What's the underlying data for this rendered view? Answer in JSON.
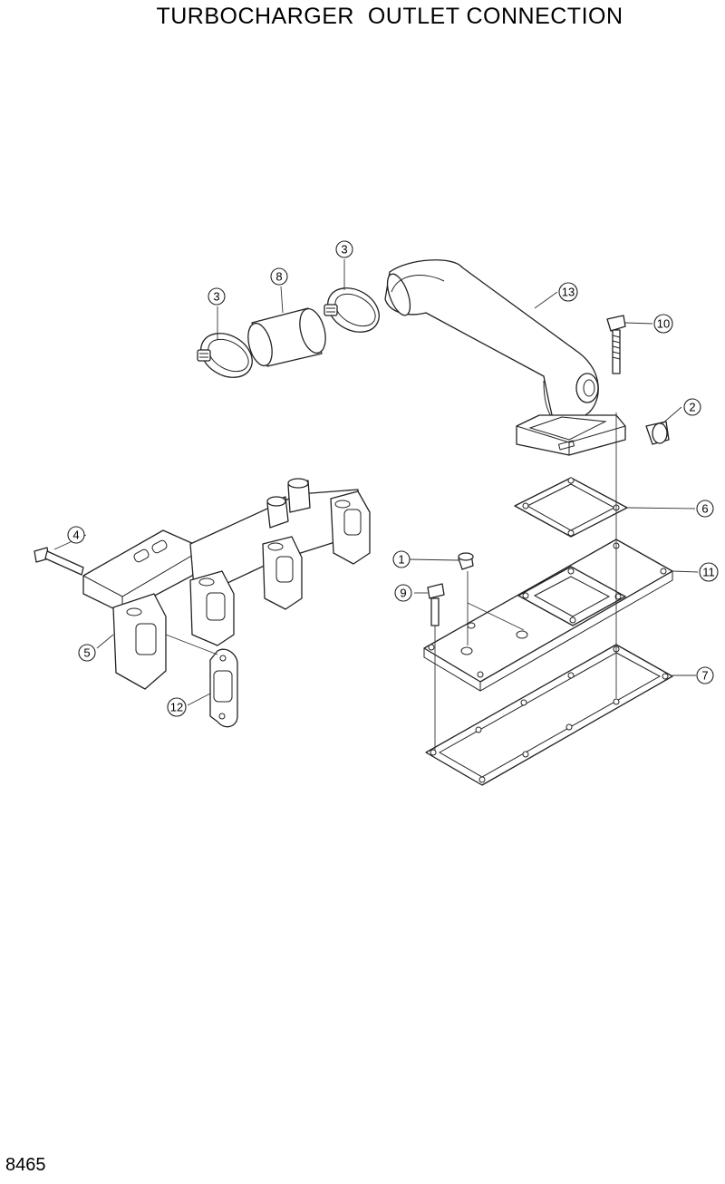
{
  "title": "TURBOCHARGER  OUTLET CONNECTION",
  "page_number": "8465",
  "callouts": {
    "c1": "1",
    "c2": "2",
    "c3a": "3",
    "c3b": "3",
    "c4": "4",
    "c5": "5",
    "c6": "6",
    "c7": "7",
    "c8": "8",
    "c9": "9",
    "c10": "10",
    "c11": "11",
    "c12": "12",
    "c13": "13"
  }
}
